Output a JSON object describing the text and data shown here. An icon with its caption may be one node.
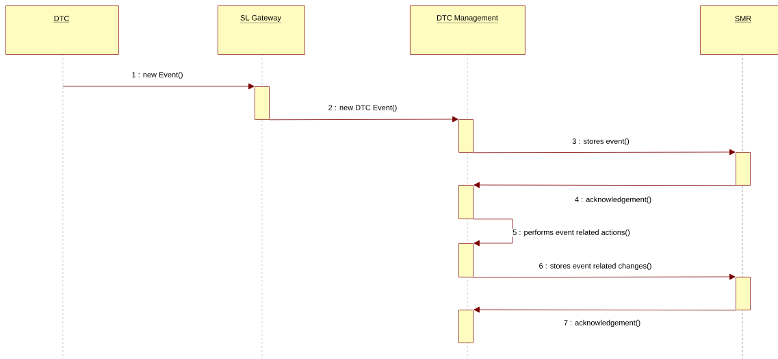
{
  "diagram": {
    "nodes": [
      {
        "text": [
          "DTC"
        ]
      },
      {
        "text": [
          "SL Gateway"
        ]
      },
      {
        "text": [
          "DTC Management"
        ]
      },
      {
        "text": [
          "SMR"
        ]
      },
      {
        "text": [],
        "shape": "bar"
      },
      {
        "text": [],
        "shape": "bar"
      },
      {
        "text": [],
        "shape": "bar"
      },
      {
        "text": [],
        "shape": "bar"
      },
      {
        "text": [],
        "shape": "bar"
      },
      {
        "text": [],
        "shape": "bar"
      },
      {
        "text": [],
        "shape": "bar"
      }
    ],
    "edges": [
      {
        "from": null,
        "to": 4,
        "arrow": "to",
        "label": "1 : new Event()"
      },
      {
        "from": 4,
        "to": 5,
        "arrow": "to",
        "label": "2 : new DTC Event()"
      },
      {
        "from": 5,
        "to": 6,
        "arrow": "to",
        "label": "3 : stores event()"
      },
      {
        "from": 6,
        "to": 7,
        "arrow": "to",
        "label": "4 : acknowledgement()"
      },
      {
        "from": 7,
        "to": 8,
        "arrow": "to",
        "label": "5 : performs event related actions()"
      },
      {
        "from": 8,
        "to": 9,
        "arrow": "to",
        "label": "6 : stores event related changes()"
      },
      {
        "from": 9,
        "to": 10,
        "arrow": "to",
        "label": "7 : acknowledgement()"
      }
    ]
  }
}
